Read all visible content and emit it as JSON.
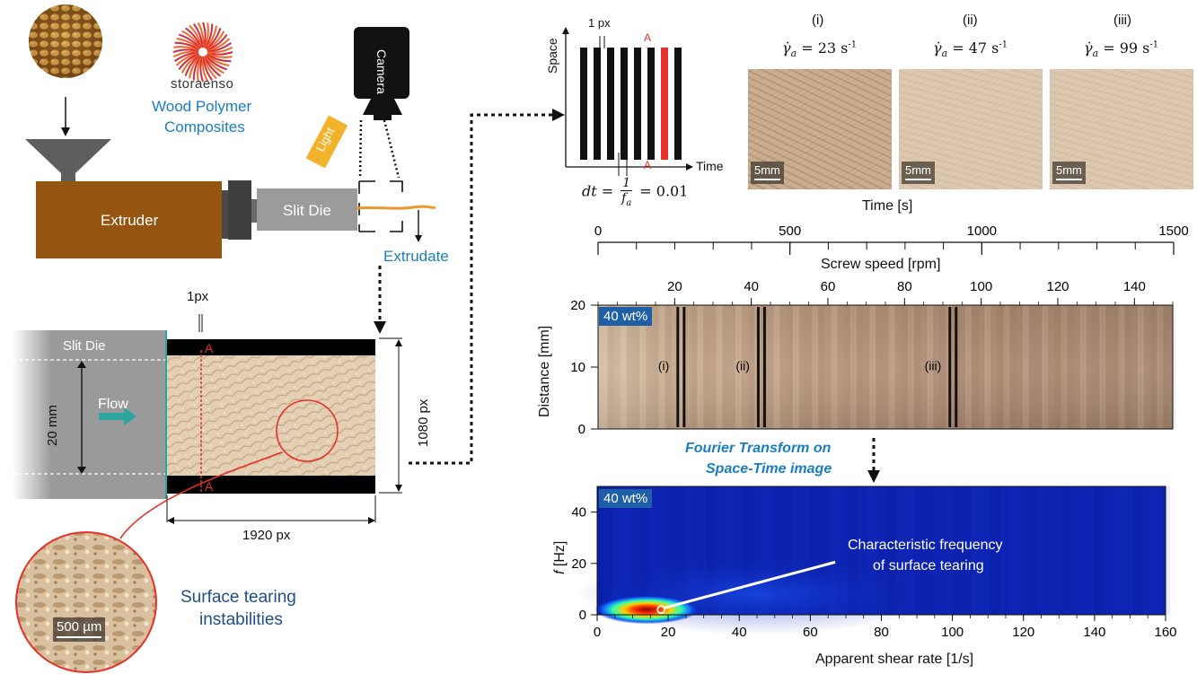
{
  "schematic": {
    "brand_name": "storaenso",
    "brand_caption_1": "Wood Polymer",
    "brand_caption_2": "Composites",
    "camera_label": "Camera",
    "light_label": "Light",
    "extruder_label": "Extruder",
    "slit_die_label": "Slit Die",
    "extrudate_label": "Extrudate"
  },
  "die_view": {
    "slit_die_label": "Slit Die",
    "flow_label": "Flow",
    "height_label": "20 mm",
    "pixel_label": "1px",
    "marker_top": "A",
    "marker_bottom": "A",
    "height_px_label": "1080 px",
    "width_px_label": "1920 px",
    "zoom_caption_1": "Surface tearing",
    "zoom_caption_2": "instabilities",
    "zoom_scalebar": "500 µm"
  },
  "spacetime_diagram": {
    "y_label": "Space",
    "x_label": "Time",
    "pixel_label": "1 px",
    "marker_top": "A",
    "marker_bottom": "A",
    "formula_lhs": "dt =",
    "formula_num": "1",
    "formula_den": "f",
    "formula_den_sub": "a",
    "formula_rhs": "= 0.01",
    "bar_count": 8,
    "highlighted_bar": 6
  },
  "photos": [
    {
      "label": "(i)",
      "rate_symbol": "γ̇",
      "rate_sub": "a",
      "rate_text": "= 23 s",
      "rate_sup": "-1",
      "scalebar": "5mm",
      "tone": "#c8ab8c"
    },
    {
      "label": "(ii)",
      "rate_symbol": "γ̇",
      "rate_sub": "a",
      "rate_text": "= 47 s",
      "rate_sup": "-1",
      "scalebar": "5mm",
      "tone": "#dcc6ad"
    },
    {
      "label": "(iii)",
      "rate_symbol": "γ̇",
      "rate_sub": "a",
      "rate_text": "= 99   s",
      "rate_sup": "-1",
      "scalebar": "5mm",
      "tone": "#dcc6ad"
    }
  ],
  "chart_data": [
    {
      "type": "axis",
      "id": "time-axis",
      "xlabel": "Time [s]",
      "xlim": [
        0,
        1500
      ],
      "major_ticks": [
        0,
        500,
        1000,
        1500
      ],
      "minor_step": 100
    },
    {
      "type": "heatmap",
      "id": "spacetime-image",
      "tag": "40 wt%",
      "xlabel": "Screw speed [rpm]",
      "ylabel": "Distance [mm]",
      "xlim": [
        0,
        150
      ],
      "ylim": [
        0,
        20
      ],
      "xticks": [
        20,
        40,
        60,
        80,
        100,
        120,
        140
      ],
      "yticks": [
        0,
        10,
        20
      ],
      "annotations": [
        {
          "label": "(i)",
          "x": 20
        },
        {
          "label": "(ii)",
          "x": 41
        },
        {
          "label": "(iii)",
          "x": 91
        }
      ]
    },
    {
      "type": "heatmap",
      "id": "fourier-spectrum",
      "tag": "40 wt%",
      "xlabel": "Apparent shear rate [1/s]",
      "ylabel_italic": "f",
      "ylabel_rest": " [Hz]",
      "xlim": [
        0,
        160
      ],
      "ylim": [
        0,
        50
      ],
      "xticks": [
        0,
        20,
        40,
        60,
        80,
        100,
        120,
        140,
        160
      ],
      "yticks": [
        0,
        20,
        40
      ],
      "annotation_1": "Characteristic frequency",
      "annotation_2": "of surface tearing",
      "marker": {
        "x": 18,
        "y": 2
      }
    }
  ],
  "transform_caption_1": "Fourier Transform on",
  "transform_caption_2": "Space-Time image",
  "colors": {
    "extruder": "#955410",
    "hopper": "#5e5e5e",
    "die": "#9b9b9b",
    "accent_blue": "#1a7dc4",
    "marker_red": "#e8302a",
    "light": "#f2b32b",
    "spectrum_bg": "#0a1fa8"
  }
}
